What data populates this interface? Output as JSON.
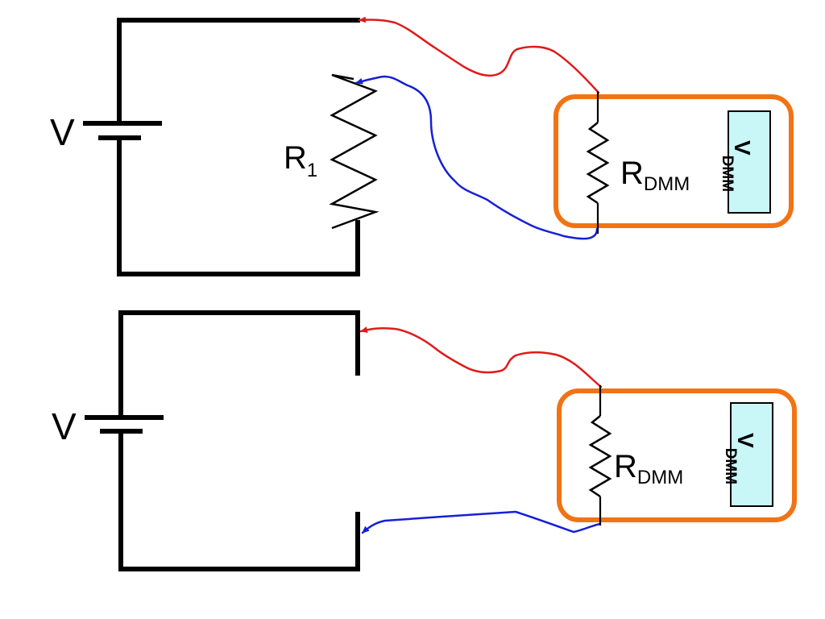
{
  "colors": {
    "wire": "#000000",
    "positive_lead": "#e01a1a",
    "negative_lead": "#1520d6",
    "meter_box": "#f27314",
    "display_fill": "#c9f7f7"
  },
  "top_circuit": {
    "source_label": "V",
    "resistor_label": "R",
    "resistor_subscript": "1",
    "meter_resistor_label": "R",
    "meter_resistor_subscript": "DMM",
    "display_label": "V",
    "display_subscript": "DMM"
  },
  "bottom_circuit": {
    "source_label": "V",
    "meter_resistor_label": "R",
    "meter_resistor_subscript": "DMM",
    "display_label": "V",
    "display_subscript": "DMM"
  }
}
